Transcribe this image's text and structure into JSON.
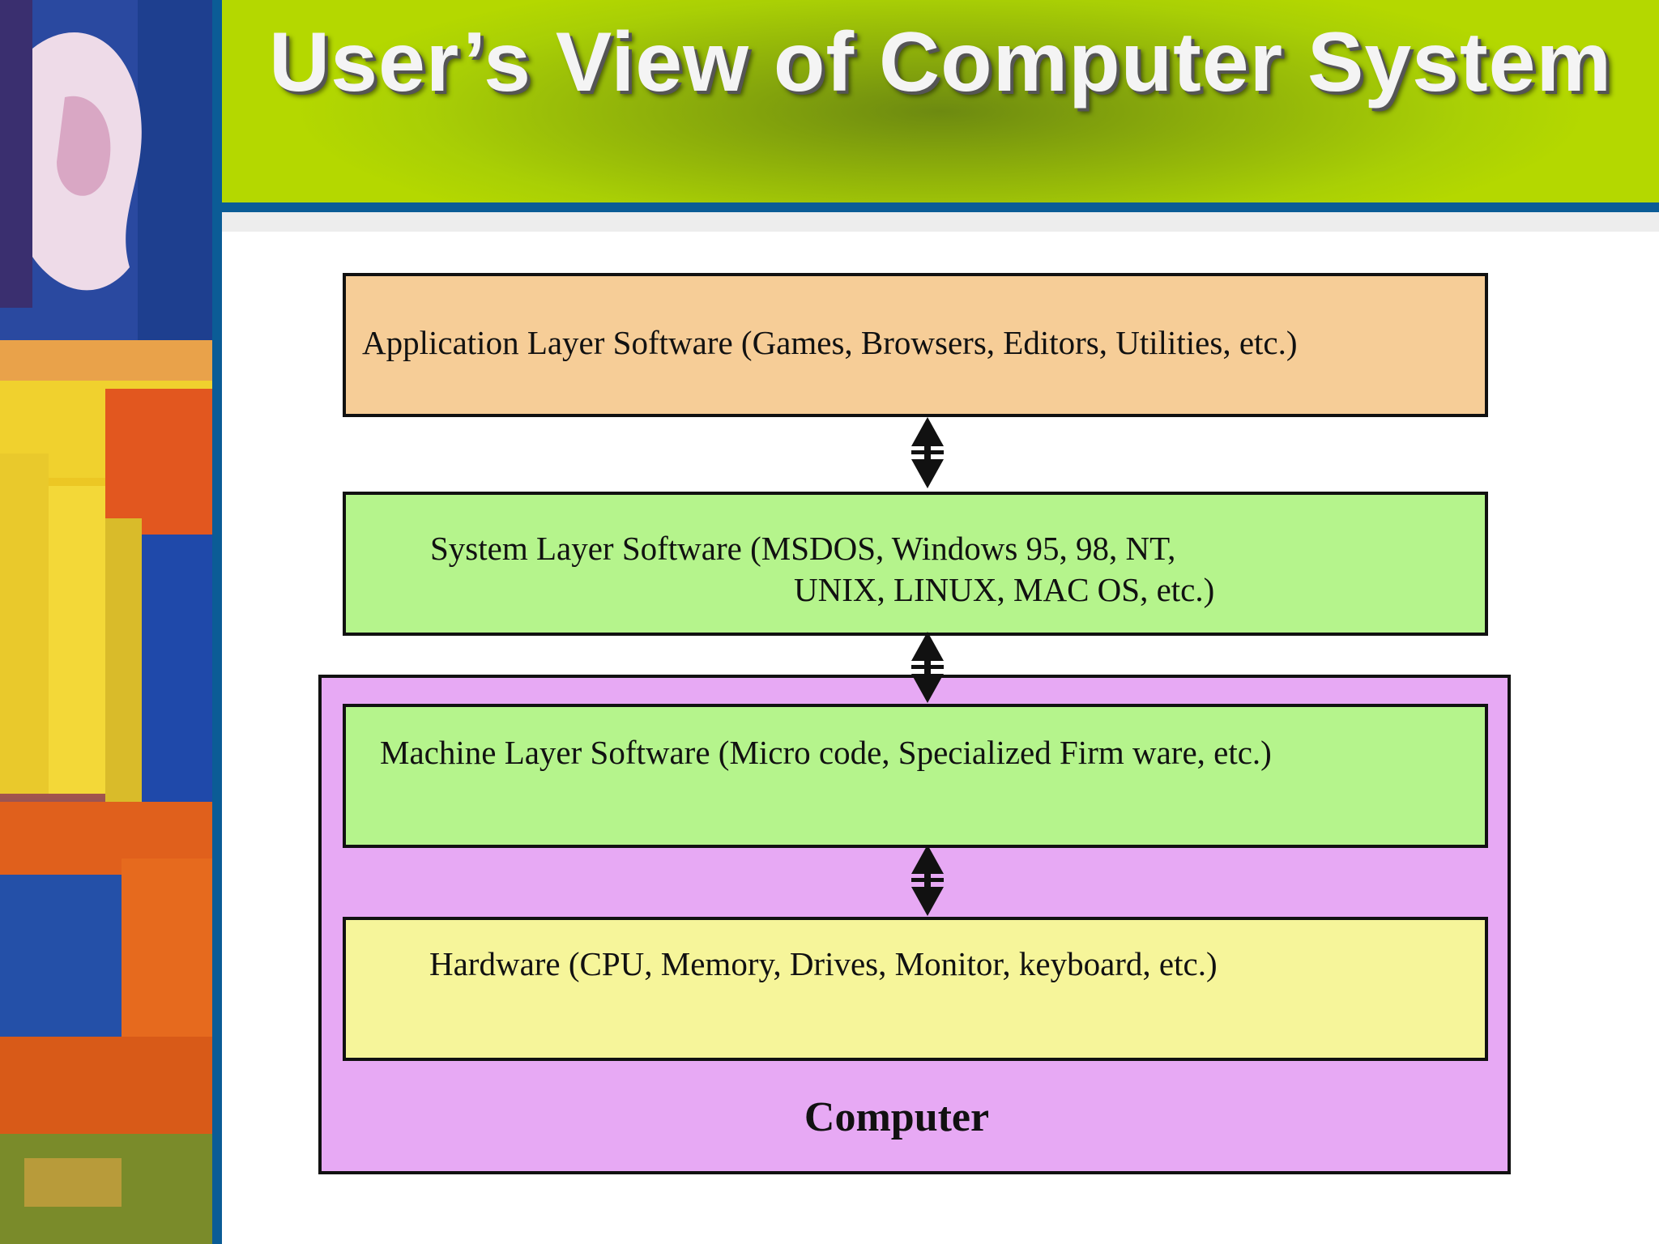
{
  "title": "User’s View of Computer System",
  "diagram": {
    "application_layer": "Application Layer Software (Games, Browsers, Editors, Utilities, etc.)",
    "system_layer_line1": "System Layer Software (MSDOS, Windows 95, 98, NT,",
    "system_layer_line2": "UNIX, LINUX, MAC OS, etc.)",
    "machine_layer": "Machine Layer Software (Micro code, Specialized Firm ware, etc.)",
    "hardware": "Hardware (CPU, Memory, Drives, Monitor, keyboard, etc.)",
    "computer_label": "Computer"
  },
  "colors": {
    "header_green": "#a9cf05",
    "accent_blue": "#0b5c96",
    "application_fill": "#f6cd97",
    "system_fill": "#b5f48c",
    "machine_fill": "#b5f48c",
    "hardware_fill": "#f6f59a",
    "computer_fill": "#e7a9f4"
  }
}
